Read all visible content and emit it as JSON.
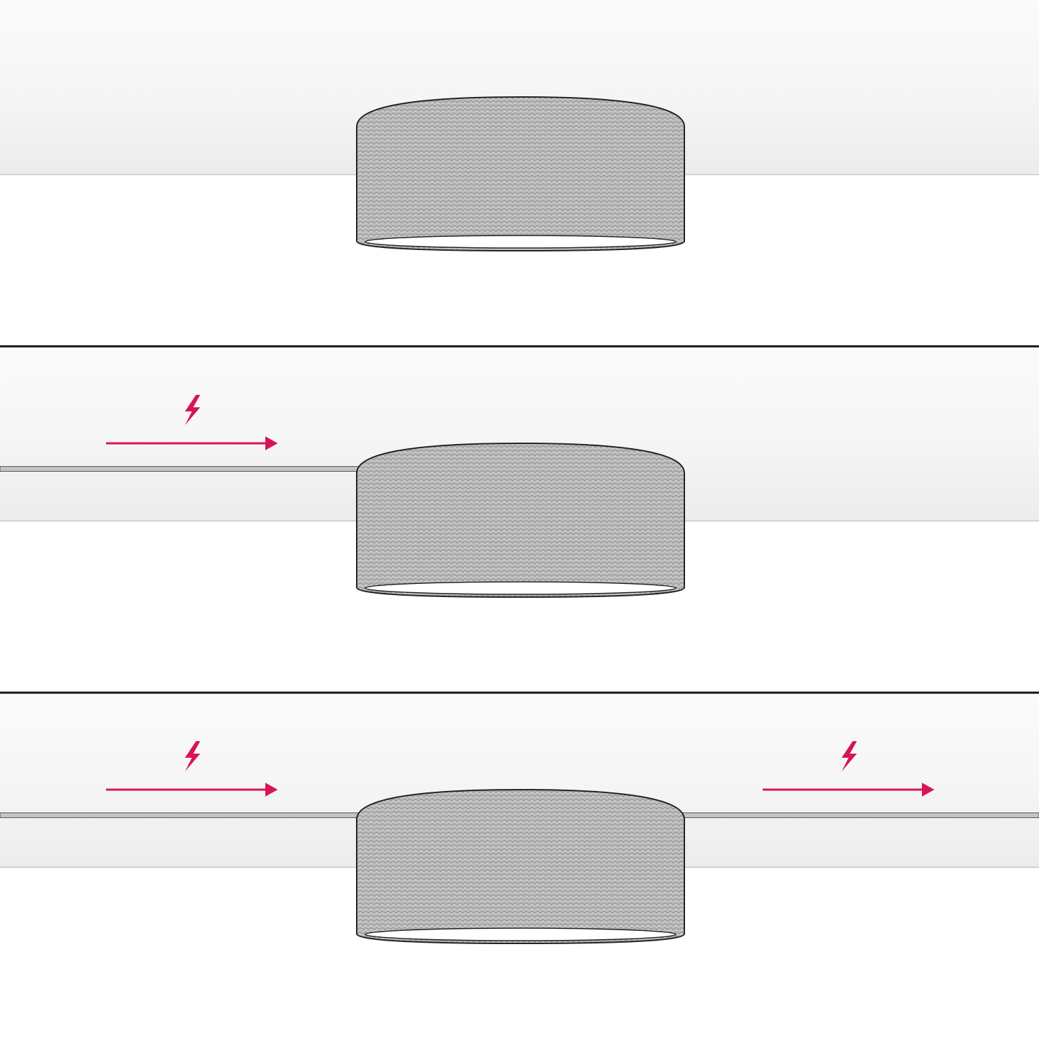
{
  "colors": {
    "background": "#ffffff",
    "ceiling_top": "#fbfbfb",
    "ceiling_bottom": "#ececec",
    "ceiling_edge": "#d2d2d2",
    "separator": "#111111",
    "shade_fill": "#bdbdbd",
    "shade_texture": "#8e8e8e",
    "shade_outline": "#222222",
    "inner_rim": "#ffffff",
    "cable": "#cfcfcf",
    "cable_outline": "#555555",
    "accent": "#d6145a"
  },
  "icons": {
    "power": "lightning-bolt-icon",
    "direction": "arrow-right-icon"
  },
  "panels": [
    {
      "name": "single-ceiling-lamp",
      "cable_in": false,
      "cable_out": false,
      "power_in": false,
      "power_out": false
    },
    {
      "name": "lamp-with-incoming-power",
      "cable_in": true,
      "cable_out": false,
      "power_in": true,
      "power_out": false
    },
    {
      "name": "lamp-with-power-pass-through",
      "cable_in": true,
      "cable_out": true,
      "power_in": true,
      "power_out": true
    }
  ]
}
